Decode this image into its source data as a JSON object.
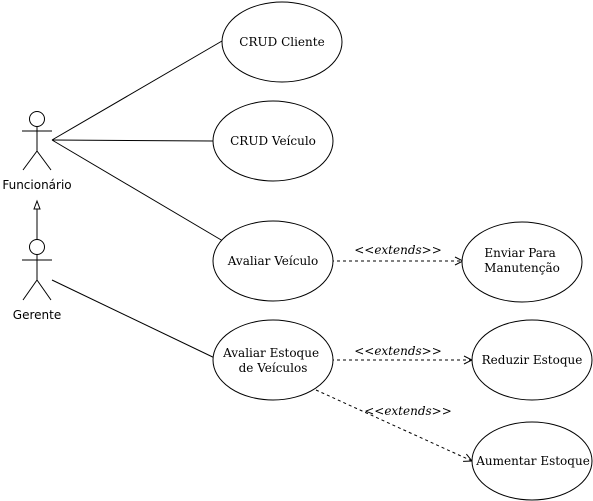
{
  "actors": {
    "funcionario": "Funcionário",
    "gerente": "Gerente"
  },
  "use_cases": {
    "crud_cliente": [
      "CRUD Cliente"
    ],
    "crud_veiculo": [
      "CRUD Veículo"
    ],
    "avaliar_veiculo": [
      "Avaliar Veículo"
    ],
    "avaliar_estoque": [
      "Avaliar Estoque",
      "de Veículos"
    ],
    "enviar_manutencao": [
      "Enviar Para",
      "Manutenção"
    ],
    "reduzir_estoque": [
      "Reduzir Estoque"
    ],
    "aumentar_estoque": [
      "Aumentar Estoque"
    ]
  },
  "relations": {
    "extends_label": "<<extends>>"
  }
}
